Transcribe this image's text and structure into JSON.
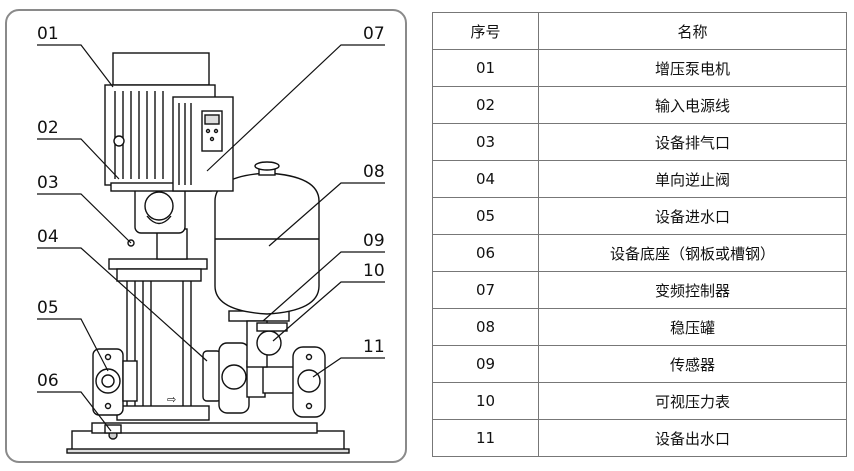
{
  "callouts": [
    {
      "label": "01"
    },
    {
      "label": "02"
    },
    {
      "label": "03"
    },
    {
      "label": "04"
    },
    {
      "label": "05"
    },
    {
      "label": "06"
    },
    {
      "label": "07"
    },
    {
      "label": "08"
    },
    {
      "label": "09"
    },
    {
      "label": "10"
    },
    {
      "label": "11"
    }
  ],
  "table": {
    "headers": {
      "number": "序号",
      "name": "名称"
    },
    "rows": [
      {
        "number": "01",
        "name": "增压泵电机"
      },
      {
        "number": "02",
        "name": "输入电源线"
      },
      {
        "number": "03",
        "name": "设备排气口"
      },
      {
        "number": "04",
        "name": "单向逆止阀"
      },
      {
        "number": "05",
        "name": "设备进水口"
      },
      {
        "number": "06",
        "name": "设备底座（钢板或槽钢）"
      },
      {
        "number": "07",
        "name": "变频控制器"
      },
      {
        "number": "08",
        "name": "稳压罐"
      },
      {
        "number": "09",
        "name": "传感器"
      },
      {
        "number": "10",
        "name": "可视压力表"
      },
      {
        "number": "11",
        "name": "设备出水口"
      }
    ]
  }
}
